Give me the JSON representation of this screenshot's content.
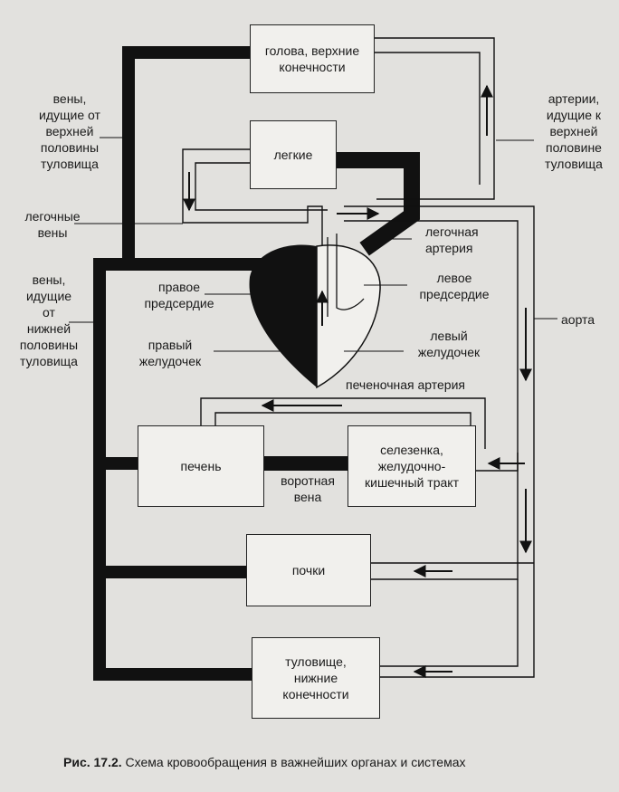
{
  "boxes": {
    "head": "голова, верхние\nконечности",
    "lungs": "легкие",
    "liver": "печень",
    "spleen": "селезенка,\nжелудочно-\nкишечный тракт",
    "kidneys": "почки",
    "trunk": "туловище,\nнижние\nконечности"
  },
  "labels": {
    "veins_upper": "вены,\nидущие от\nверхней\nполовины\nтуловища",
    "pulmonary_veins": "легочные\nвены",
    "veins_lower": "вены,\nидущие\nот\nнижней\nполовины\nтуловища",
    "arteries_upper": "артерии,\nидущие к\nверхней\nполовине\nтуловища",
    "pulmonary_artery": "легочная\nартерия",
    "right_atrium": "правое\nпредсердие",
    "left_atrium": "левое\nпредсердие",
    "right_ventricle": "правый\nжелудочек",
    "left_ventricle": "левый\nжелудочек",
    "aorta": "аорта",
    "hepatic_artery": "печеночная артерия",
    "portal_vein": "воротная\nвена"
  },
  "caption": {
    "number": "Рис. 17.2.",
    "text": "Схема кровообращения в важнейших органах и системах"
  }
}
